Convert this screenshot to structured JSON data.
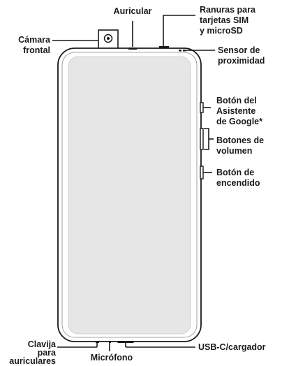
{
  "labels": {
    "auricular": "Auricular",
    "ranuras": [
      "Ranuras para",
      "tarjetas SIM",
      "y microSD"
    ],
    "camara": [
      "Cámara",
      "frontal"
    ],
    "sensor": [
      "Sensor de",
      "proximidad"
    ],
    "asistente": [
      "Botón del",
      "Asistente",
      "de Google*"
    ],
    "volumen": [
      "Botones de",
      "volumen"
    ],
    "encendido": [
      "Botón de",
      "encendido"
    ],
    "clavija": [
      "Clavija",
      "para",
      "auriculares"
    ],
    "microfono": "Micrófono",
    "usb": "USB-C/cargador"
  },
  "colors": {
    "screen": "#e6e6e6",
    "outline": "#1a1a1a",
    "text": "#1a1a1a"
  },
  "icons": [
    "front-camera-icon"
  ]
}
